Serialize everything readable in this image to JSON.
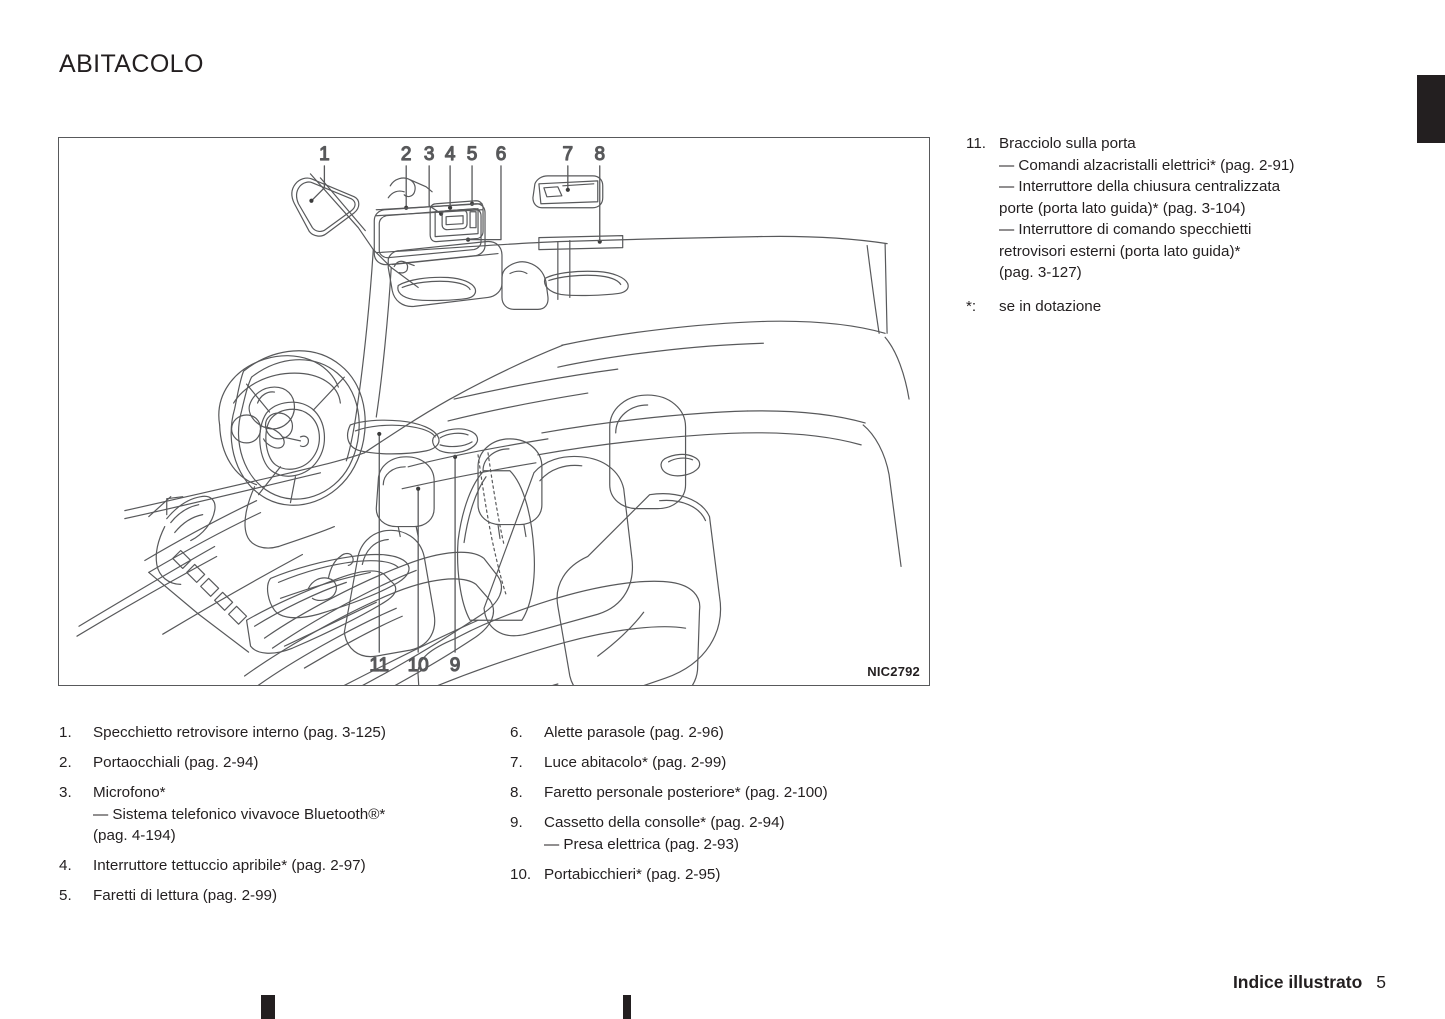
{
  "page": {
    "title": "ABITACOLO",
    "footer_label": "Indice illustrato",
    "footer_page": "5"
  },
  "figure": {
    "code": "NIC2792",
    "alt_name": "vehicle-interior-cutaway",
    "callouts_top": [
      "1",
      "2",
      "3",
      "4",
      "5",
      "6",
      "7",
      "8"
    ],
    "callouts_bottom": [
      "11",
      "10",
      "9"
    ]
  },
  "list_left": [
    {
      "num": "1.",
      "text": "Specchietto retrovisore interno (pag. 3-125)",
      "sub": []
    },
    {
      "num": "2.",
      "text": "Portaocchiali (pag. 2-94)",
      "sub": []
    },
    {
      "num": "3.",
      "text": "Microfono*",
      "sub": [
        "— Sistema telefonico vivavoce Bluetooth®*",
        "(pag. 4-194)"
      ]
    },
    {
      "num": "4.",
      "text": "Interruttore tettuccio apribile* (pag. 2-97)",
      "sub": []
    },
    {
      "num": "5.",
      "text": "Faretti di lettura (pag. 2-99)",
      "sub": []
    }
  ],
  "list_right": [
    {
      "num": "6.",
      "text": "Alette parasole (pag. 2-96)",
      "sub": []
    },
    {
      "num": "7.",
      "text": "Luce abitacolo* (pag. 2-99)",
      "sub": []
    },
    {
      "num": "8.",
      "text": "Faretto personale posteriore* (pag. 2-100)",
      "sub": []
    },
    {
      "num": "9.",
      "text": "Cassetto della consolle* (pag. 2-94)",
      "sub": [
        "— Presa elettrica (pag. 2-93)"
      ]
    },
    {
      "num": "10.",
      "text": "Portabicchieri* (pag. 2-95)",
      "sub": []
    }
  ],
  "notes": [
    {
      "num": "11.",
      "lines": [
        "Bracciolo sulla porta",
        "— Comandi alzacristalli elettrici* (pag. 2-91)",
        "— Interruttore della chiusura centralizzata",
        "porte (porta lato guida)* (pag. 3-104)",
        "— Interruttore di comando specchietti",
        "retrovisori esterni (porta lato guida)*",
        "(pag. 3-127)"
      ]
    },
    {
      "num": "*:",
      "lines": [
        "se in dotazione"
      ]
    }
  ],
  "colors": {
    "text": "#231f20",
    "line_art": "#58595b",
    "border": "#58595b",
    "background": "#ffffff"
  }
}
